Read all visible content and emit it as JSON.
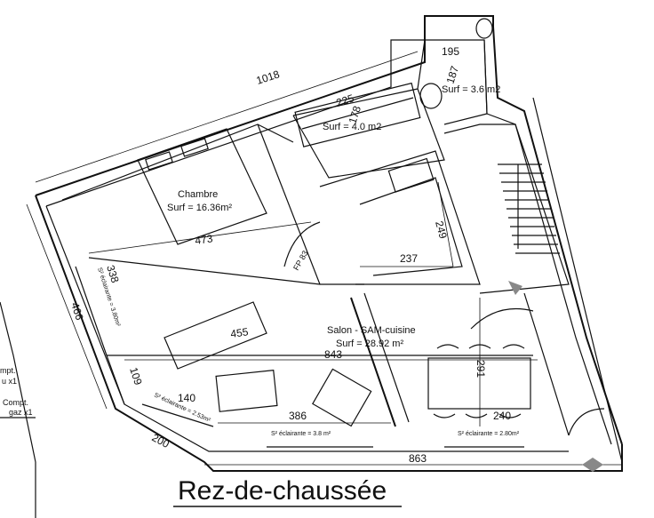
{
  "title": "Rez-de-chaussée",
  "rooms": {
    "chambre": {
      "name": "Chambre",
      "surface": "Surf = 16.36m²"
    },
    "sdb_haut": {
      "surface": "Surf = 3.6 m2"
    },
    "sdb": {
      "surface": "Surf = 4.0 m2"
    },
    "salon": {
      "name": "Salon - SAM-cuisine",
      "surface": "Surf = 28.92 m²"
    }
  },
  "dimensions": {
    "d1018": "1018",
    "d225": "225",
    "d178": "178",
    "d195": "195",
    "d187": "187",
    "d249": "249",
    "d237": "237",
    "d473": "473",
    "d338": "338",
    "d466": "466",
    "d455": "455",
    "d843": "843",
    "d109": "109",
    "d291": "291",
    "d140": "140",
    "d386": "386",
    "d240": "240",
    "d200": "200",
    "d863": "863"
  },
  "labels": {
    "fp": "FP 83",
    "sk1": "S² éclairante = 3.80m²",
    "sk2": "S² éclairante = 2.53m²",
    "sk3": "S² éclairante = 3.8 m²",
    "sk4": "S² éclairante = 2.80m²",
    "compt": "mpt.",
    "eau": "u x1",
    "compt2": "Compt.",
    "gaz": "gaz x1"
  }
}
